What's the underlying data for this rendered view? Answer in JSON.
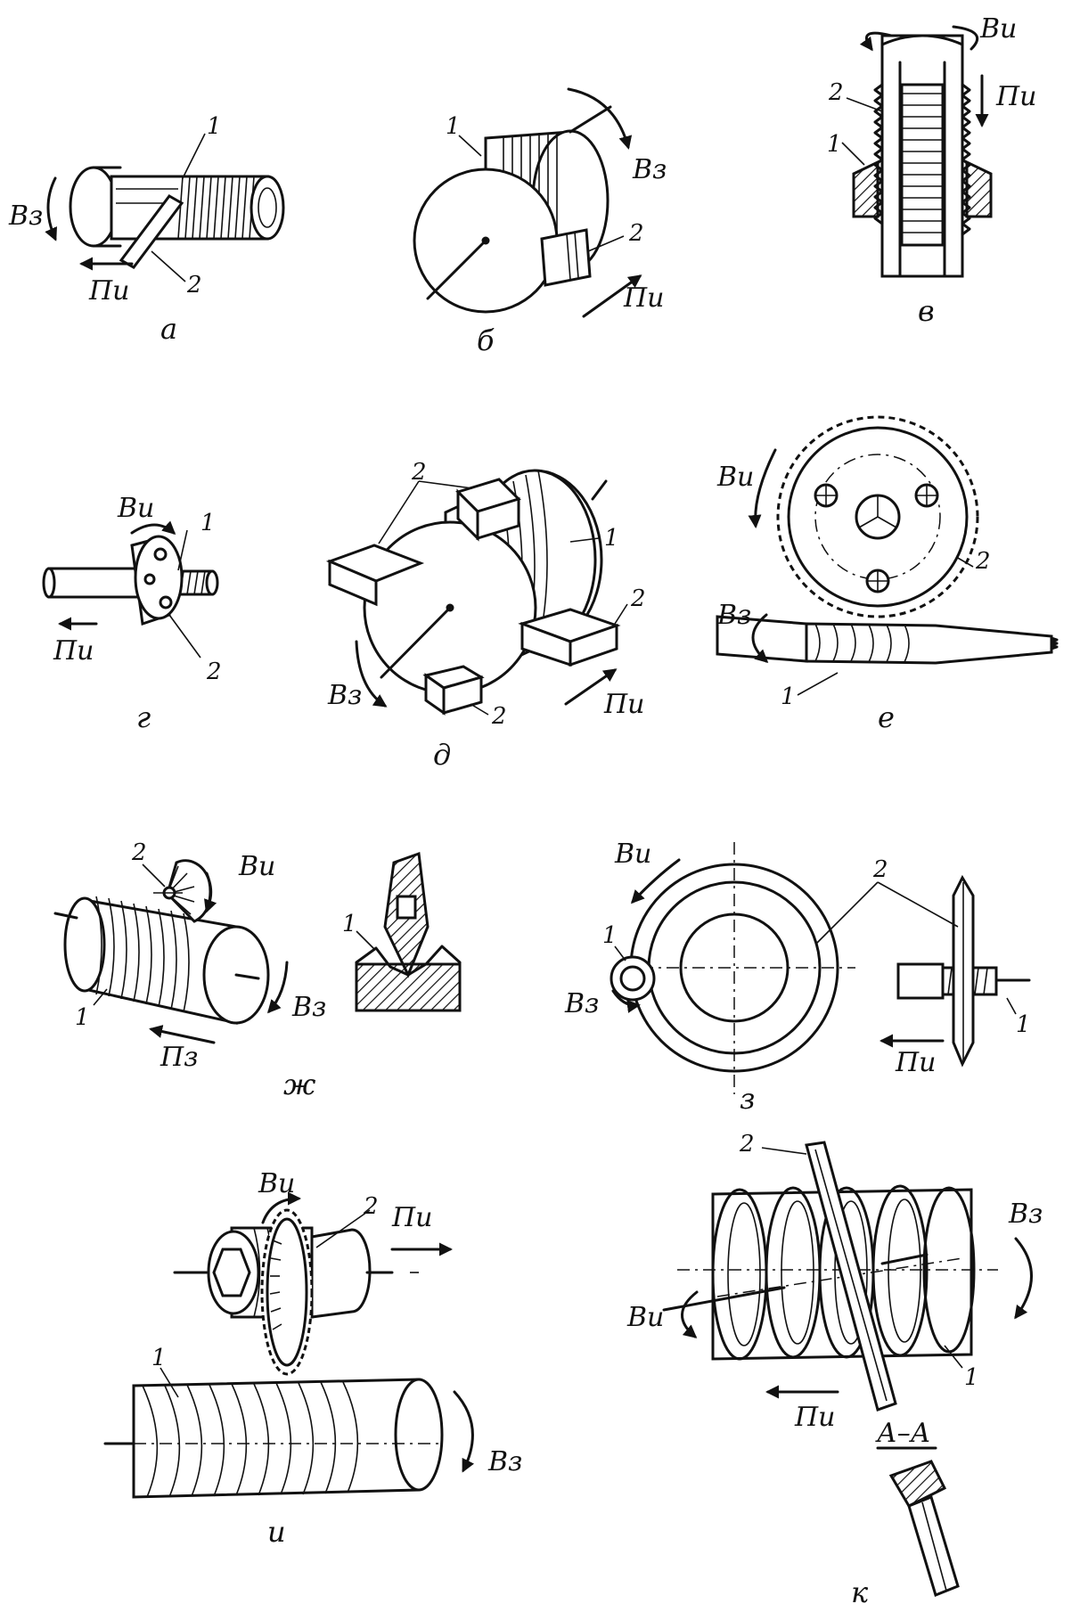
{
  "panels": [
    {
      "id": "a",
      "caption": "а",
      "labels": {
        "rot": "Вз",
        "feed": "Пи",
        "part1": "1",
        "part2": "2"
      }
    },
    {
      "id": "b",
      "caption": "б",
      "labels": {
        "rot": "Вз",
        "feed": "Пи",
        "part1": "1",
        "part2": "2"
      }
    },
    {
      "id": "v",
      "caption": "в",
      "labels": {
        "rot": "Ви",
        "feed": "Пи",
        "part1": "1",
        "part2": "2"
      }
    },
    {
      "id": "g",
      "caption": "г",
      "labels": {
        "rot": "Ви",
        "feed": "Пи",
        "part1": "1",
        "part2": "2"
      }
    },
    {
      "id": "d",
      "caption": "д",
      "labels": {
        "rot": "Вз",
        "feed": "Пи",
        "part1": "1",
        "part2a": "2",
        "part2b": "2",
        "part2c": "2"
      }
    },
    {
      "id": "e",
      "caption": "е",
      "labels": {
        "rot_tool": "Ви",
        "rot_part": "Вз",
        "part1": "1",
        "part2": "2"
      }
    },
    {
      "id": "zh",
      "caption": "ж",
      "labels": {
        "rot_tool": "Ви",
        "rot_part": "Вз",
        "feed": "Пз",
        "part1": "1",
        "part2": "2",
        "detail1": "1"
      }
    },
    {
      "id": "z",
      "caption": "з",
      "labels": {
        "rot_tool": "Ви",
        "rot_part": "Вз",
        "feed": "Пи",
        "part1a": "1",
        "part1b": "1",
        "part2": "2"
      }
    },
    {
      "id": "i",
      "caption": "и",
      "labels": {
        "rot_tool": "Ви",
        "rot_part": "Вз",
        "feed": "Пи",
        "part1": "1",
        "part2": "2"
      }
    },
    {
      "id": "k",
      "caption": "к",
      "labels": {
        "rot_tool": "Ви",
        "rot_part": "Вз",
        "feed": "Пи",
        "part1": "1",
        "part2": "2",
        "section": "А–А"
      }
    }
  ]
}
